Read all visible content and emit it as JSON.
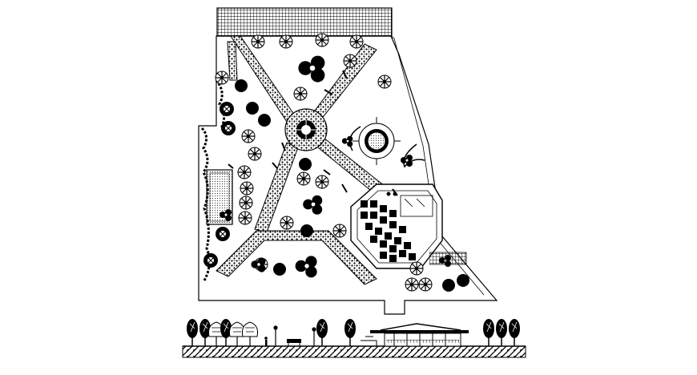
{
  "drawing": {
    "kind": "landscape-site-plan-with-elevation",
    "line_color": "#000000",
    "background_color": "#ffffff",
    "fill_hatch": "crosshatch",
    "plan": {
      "elements": [
        "hatched-entrance-block",
        "diagonal-cobbled-paths",
        "central-roundabout",
        "circular-gazebo",
        "rectangular-pond",
        "octagonal-pavilion-with-grid",
        "scattered-trees",
        "shrub-clusters",
        "benches"
      ]
    },
    "elevation": {
      "elements": [
        "ground-line",
        "trees",
        "lamp-posts",
        "bench",
        "pavilion-building",
        "figures"
      ]
    }
  }
}
